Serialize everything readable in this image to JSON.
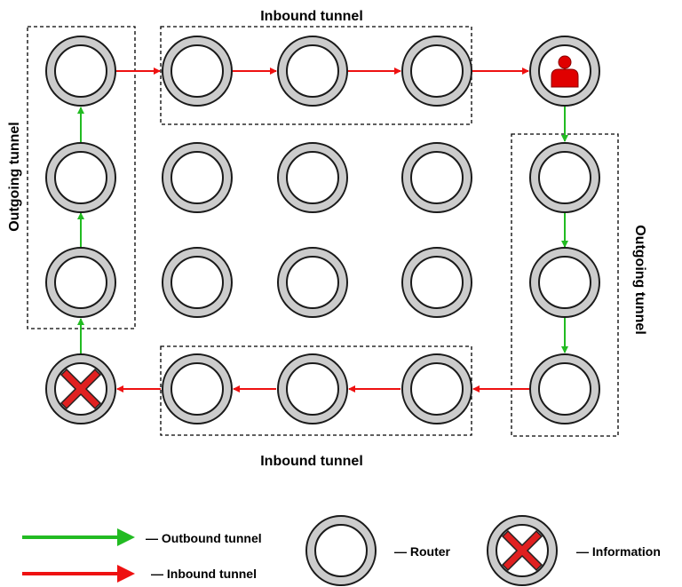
{
  "labels": {
    "inbound_top": "Inbound tunnel",
    "inbound_bottom": "Inbound tunnel",
    "outgoing_left": "Outgoing tunnel",
    "outgoing_right": "Outgoing tunnel"
  },
  "legend": {
    "outbound": "— Outbound tunnel",
    "inbound": "— Inbound tunnel",
    "router": "— Router",
    "information": "— Information"
  },
  "colors": {
    "outbound": "#22bb22",
    "inbound": "#ee1111",
    "router_ring": "#cccccc",
    "node_outline": "#1a1a1a",
    "person": "#e00000",
    "cross": "#e02020"
  },
  "icons": {
    "router": "router-node-icon",
    "person": "person-icon",
    "information": "cross-icon"
  }
}
